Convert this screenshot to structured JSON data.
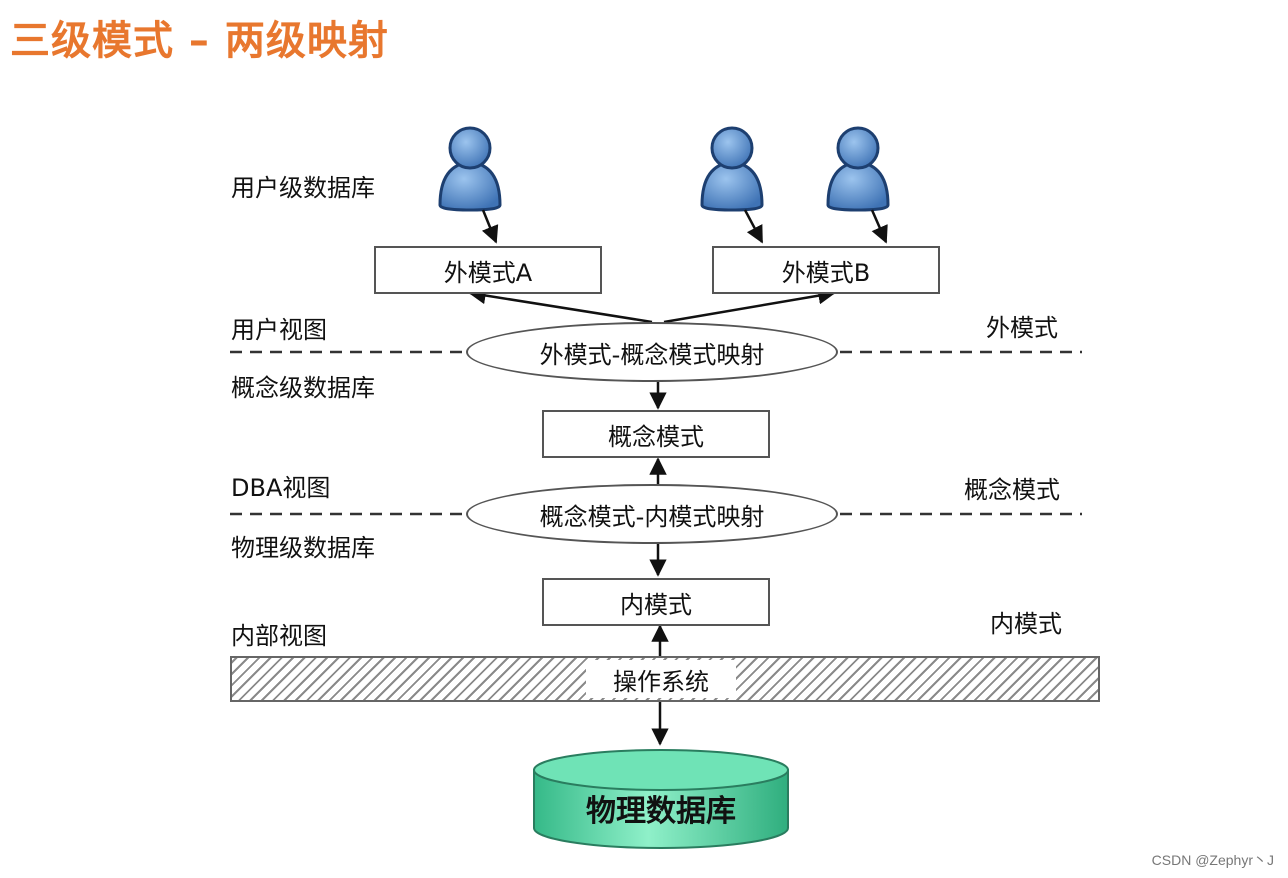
{
  "title": "三级模式 – 两级映射",
  "left_labels": {
    "user_db": "用户级数据库",
    "user_view": "用户视图",
    "concept_db": "概念级数据库",
    "dba_view": "DBA视图",
    "physical_db": "物理级数据库",
    "internal_view": "内部视图"
  },
  "right_labels": {
    "external": "外模式",
    "conceptual": "概念模式",
    "internal": "内模式"
  },
  "boxes": {
    "external_a": "外模式A",
    "external_b": "外模式B",
    "conceptual": "概念模式",
    "internal": "内模式"
  },
  "mappings": {
    "external_conceptual": "外模式-概念模式映射",
    "conceptual_internal": "概念模式-内模式映射"
  },
  "os": "操作系统",
  "physical_database": "物理数据库",
  "watermark": "CSDN @Zephyr丶J",
  "colors": {
    "title": "#e8772e",
    "user_icon": "#4f86c6",
    "database": "#3ec79a"
  }
}
